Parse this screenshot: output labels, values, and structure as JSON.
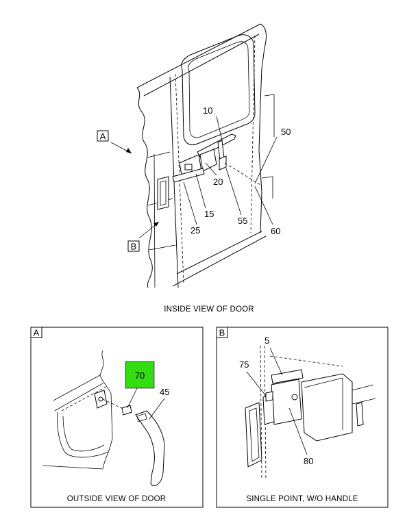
{
  "main_view": {
    "caption": "INSIDE VIEW OF DOOR",
    "callout_a": "A",
    "callout_b": "B",
    "parts": {
      "p10": "10",
      "p15": "15",
      "p20": "20",
      "p25": "25",
      "p50": "50",
      "p55": "55",
      "p60": "60"
    }
  },
  "detail_a": {
    "tag": "A",
    "caption": "OUTSIDE VIEW OF DOOR",
    "parts": {
      "p70": "70",
      "p45": "45"
    },
    "highlight_color": "#33dd11"
  },
  "detail_b": {
    "tag": "B",
    "caption": "SINGLE POINT, W/O HANDLE",
    "parts": {
      "p5": "5",
      "p75": "75",
      "p80": "80"
    }
  }
}
